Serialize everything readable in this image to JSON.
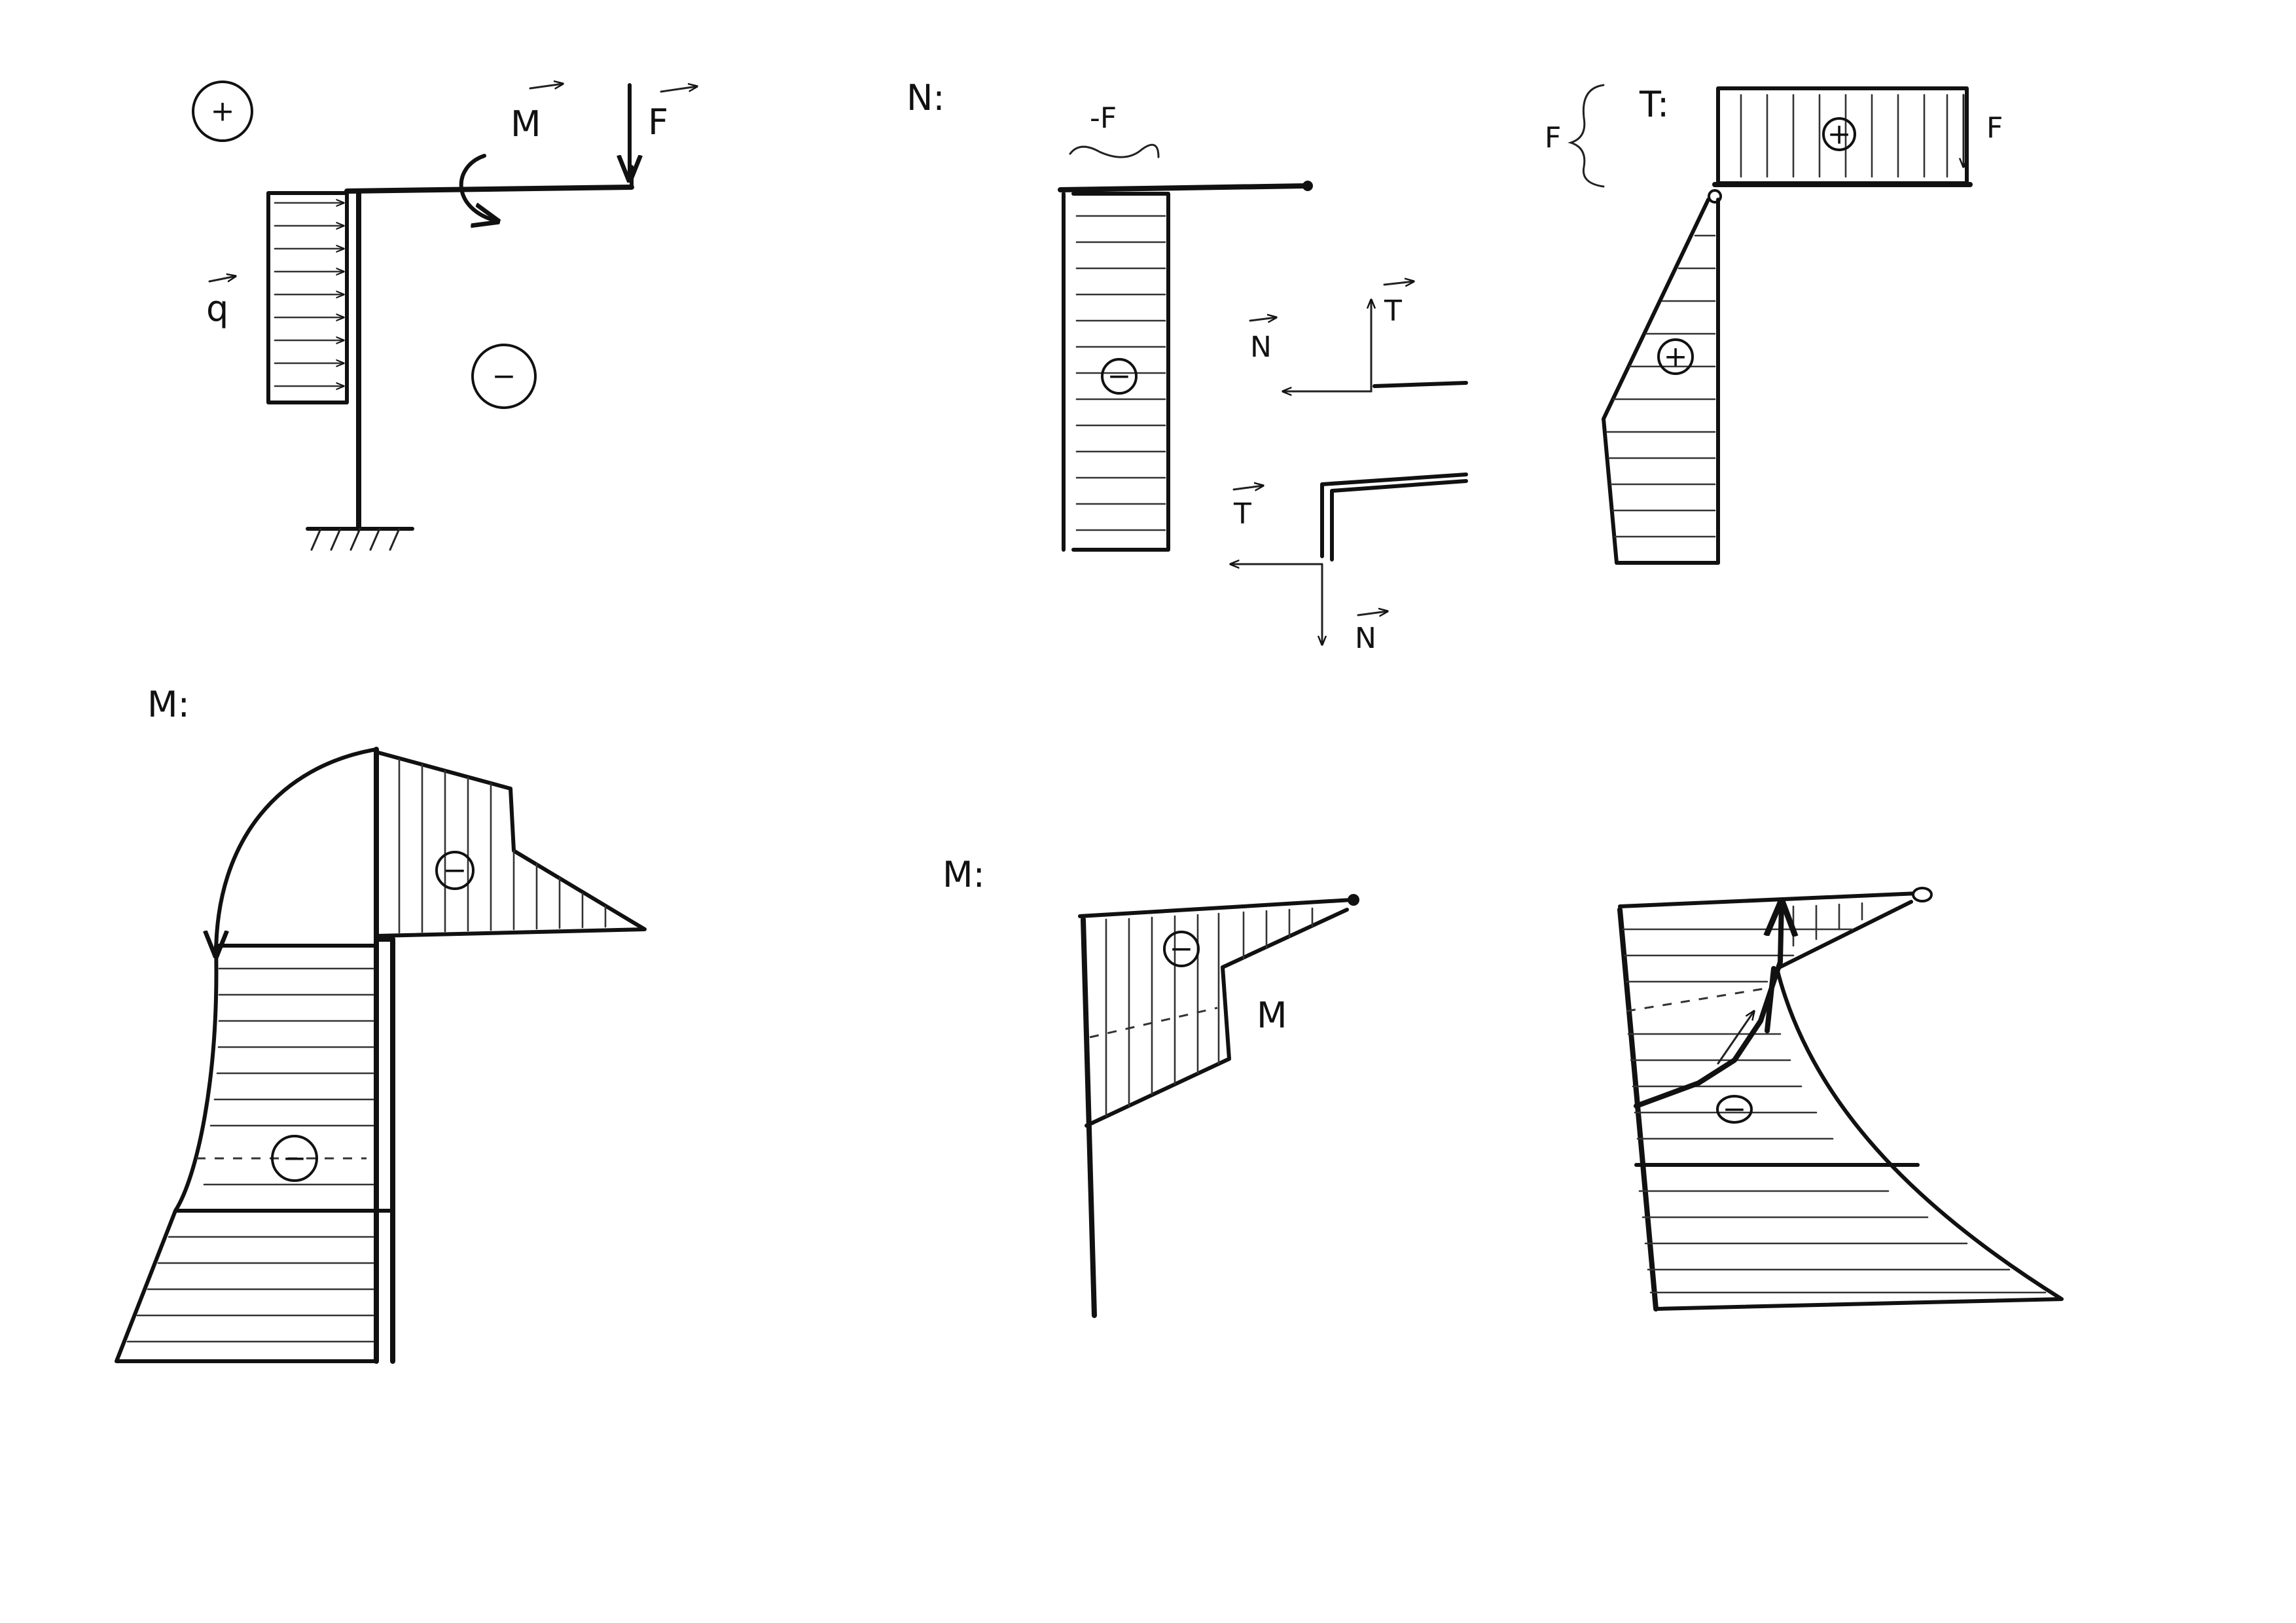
{
  "labels": {
    "moment": "M",
    "force": "F",
    "load": "q",
    "normal_force": "N",
    "shear_force": "T",
    "diagram_N": "N:",
    "diagram_T": "T:",
    "diagram_M_left": "M:",
    "diagram_M_right": "M:",
    "neg_F": "-F",
    "F_span": "F",
    "F_end": "F",
    "moment_small": "M"
  },
  "signs": {
    "plus": "+",
    "minus": "−"
  }
}
